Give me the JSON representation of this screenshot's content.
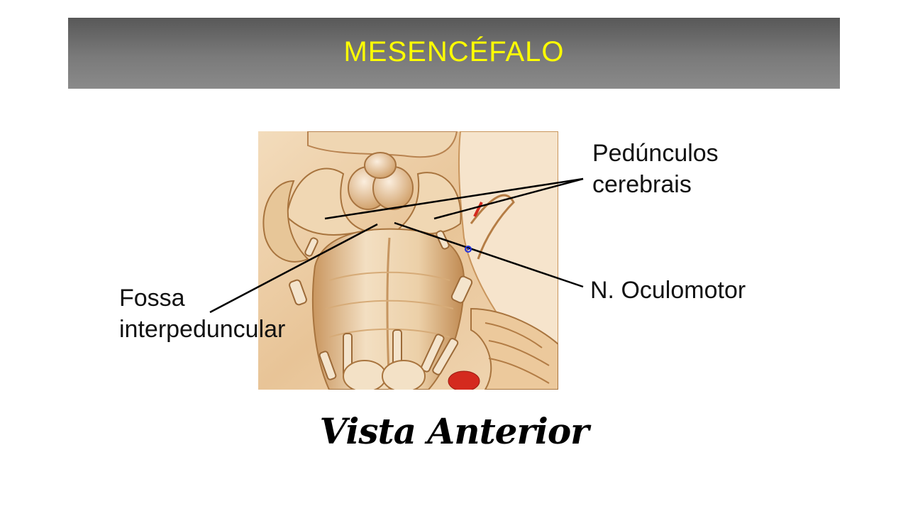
{
  "slide": {
    "title": "MESENCÉFALO",
    "caption": "Vista Anterior"
  },
  "labels": {
    "peduncles_line1": "Pedúnculos",
    "peduncles_line2": "cerebrais",
    "oculomotor": "N. Oculomotor",
    "fossa_line1": "Fossa",
    "fossa_line2": "interpeduncular"
  },
  "colors": {
    "title_bar_top": "#585858",
    "title_bar_bottom": "#8a8a8a",
    "title_text": "#ffff00",
    "tissue_light": "#f6e6cf",
    "tissue_mid": "#e2b884",
    "tissue_dark": "#b98550",
    "vessel_red": "#d42a1e",
    "cursor": "#2233dd"
  }
}
